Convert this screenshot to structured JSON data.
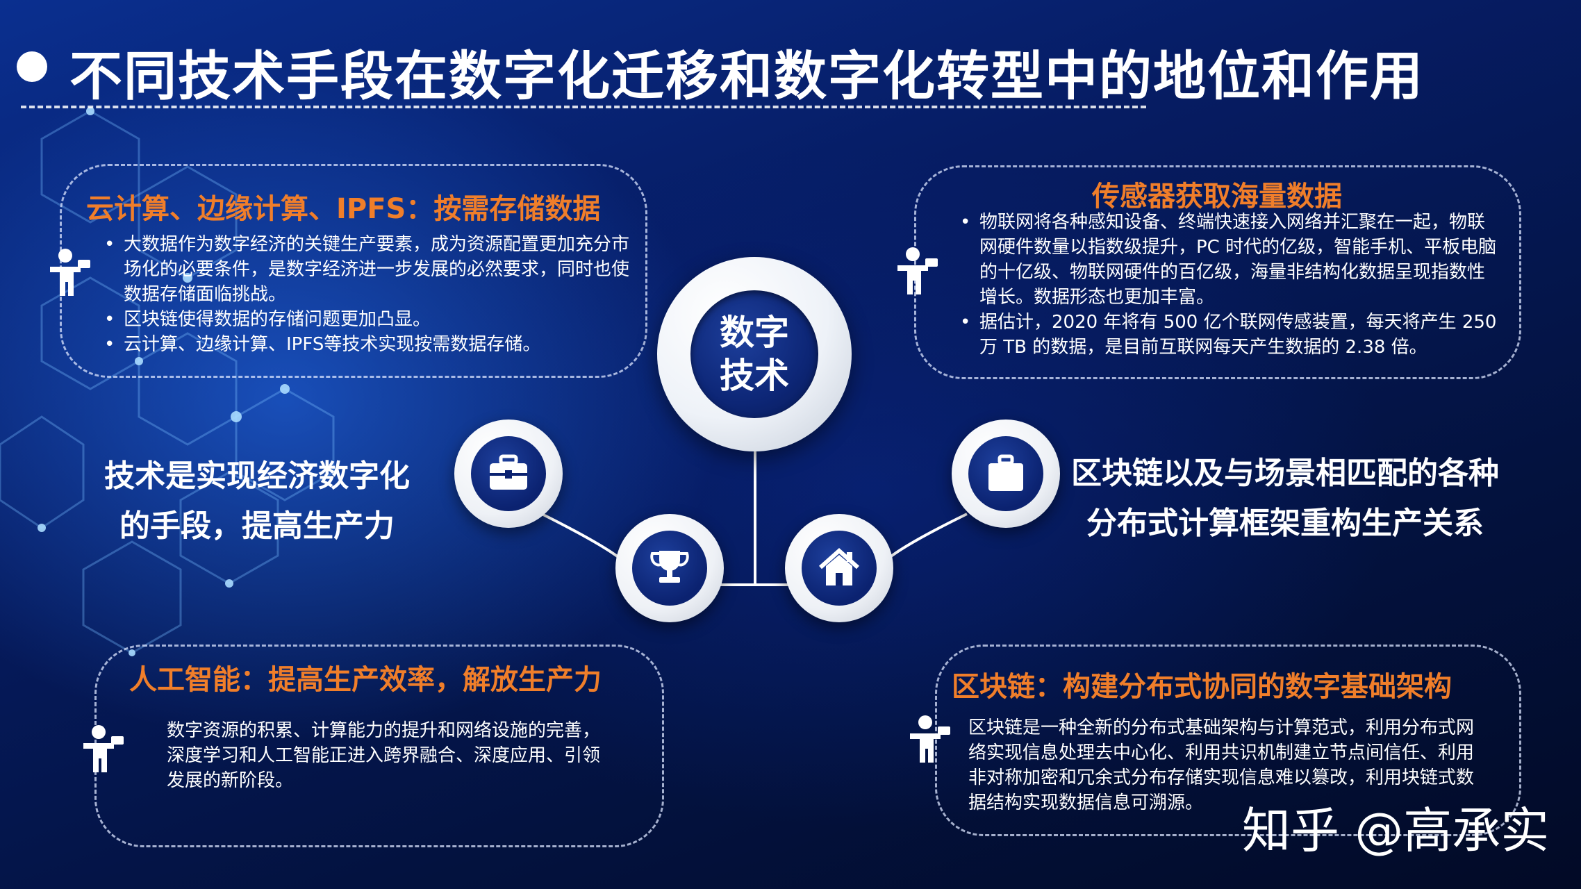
{
  "title": "不同技术手段在数字化迁移和数字化转型中的地位和作用",
  "hub": {
    "label": "数字技术"
  },
  "panels": {
    "cloud": {
      "title": "云计算、边缘计算、IPFS：按需存储数据",
      "bullets": [
        "大数据作为数字经济的关键生产要素，成为资源配置更加充分市场化的必要条件，是数字经济进一步发展的必然要求，同时也使数据存储面临挑战。",
        "区块链使得数据的存储问题更加凸显。",
        "云计算、边缘计算、IPFS等技术实现按需数据存储。"
      ]
    },
    "sensor": {
      "title": "传感器获取海量数据",
      "bullets": [
        "物联网将各种感知设备、终端快速接入网络并汇聚在一起，物联网硬件数量以指数级提升，PC 时代的亿级，智能手机、平板电脑的十亿级、物联网硬件的百亿级，海量非结构化数据呈现指数性增长。数据形态也更加丰富。",
        "据估计，2020 年将有 500 亿个联网传感装置，每天将产生 250 万 TB 的数据，是目前互联网每天产生数据的 2.38 倍。"
      ]
    },
    "ai": {
      "title": "人工智能：提高生产效率，解放生产力",
      "text": "数字资源的积累、计算能力的提升和网络设施的完善，深度学习和人工智能正进入跨界融合、深度应用、引领发展的新阶段。"
    },
    "blockchain": {
      "title": "区块链：构建分布式协同的数字基础架构",
      "text": "区块链是一种全新的分布式基础架构与计算范式，利用分布式网络实现信息处理去中心化、利用共识机制建立节点间信任、利用非对称加密和冗余式分布存储实现信息难以篡改，利用块链式数据结构实现数据信息可溯源。"
    }
  },
  "left_statement": {
    "line1": "技术是实现经济数字化",
    "line2": "的手段，提高生产力"
  },
  "right_statement": {
    "line1": "区块链以及与场景相匹配的各种",
    "line2": "分布式计算框架重构生产关系"
  },
  "icons": {
    "node_top_left": "toolbox-icon",
    "node_bottom_left": "trophy-icon",
    "node_bottom_right": "house-icon",
    "node_top_right": "bag-icon",
    "panel_marker": "person-icon"
  },
  "colors": {
    "accent": "#f07e2a",
    "hub_blue": "#0d2676",
    "background": "#061c63"
  },
  "watermark": "知乎 @高承实"
}
